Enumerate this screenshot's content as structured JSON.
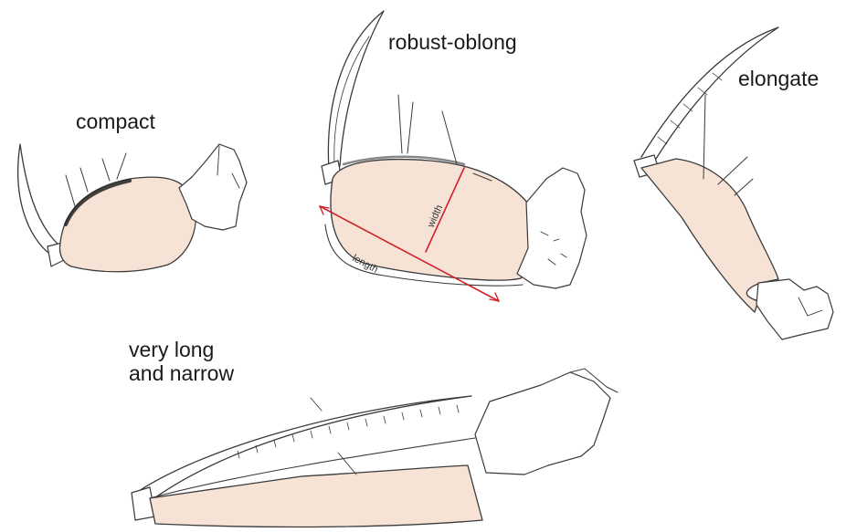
{
  "labels": {
    "compact": "compact",
    "robust_oblong": "robust-oblong",
    "elongate": "elongate",
    "very_long_line1": "very long",
    "very_long_line2": "and narrow"
  },
  "measurements": {
    "width": "width",
    "length": "length"
  },
  "colors": {
    "segment_fill": "#f7e3d6",
    "outline": "#3a3a3a",
    "measure_line": "#d0202a",
    "background": "#ffffff"
  }
}
